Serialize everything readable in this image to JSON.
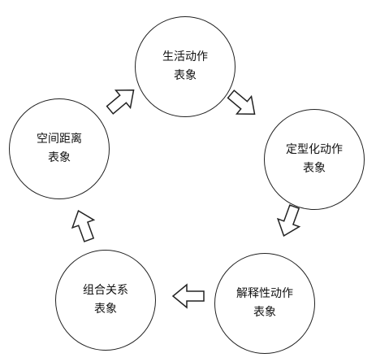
{
  "nodes": [
    {
      "line1": "生活动作",
      "line2": "表象"
    },
    {
      "line1": "定型化动作",
      "line2": "表象"
    },
    {
      "line1": "解释性动作",
      "line2": "表象"
    },
    {
      "line1": "组合关系",
      "line2": "表象"
    },
    {
      "line1": "空间距离",
      "line2": "表象"
    }
  ]
}
